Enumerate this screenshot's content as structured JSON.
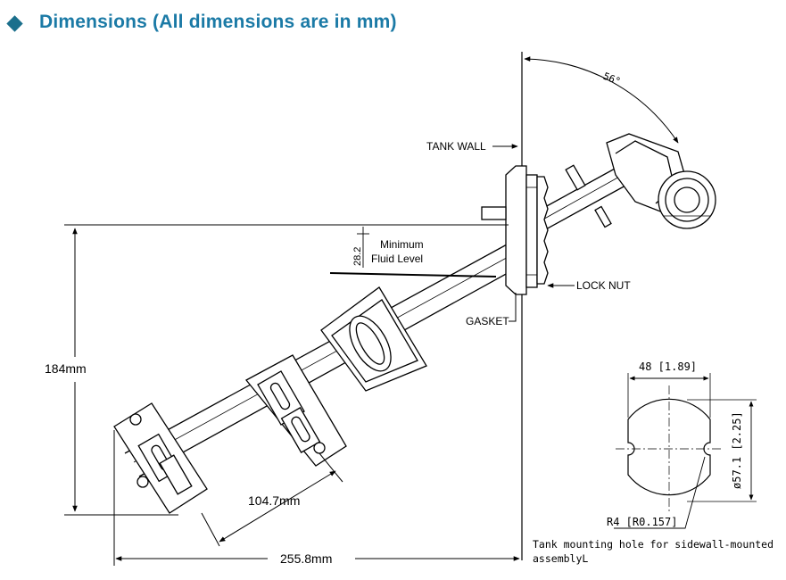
{
  "header": {
    "icon": "diamond-bullet-icon",
    "title": "Dimensions (All dimensions are in mm)",
    "title_color": "#1b7aa6"
  },
  "drawing": {
    "angle": "56°",
    "tank_wall": "TANK WALL",
    "lock_nut": "LOCK NUT",
    "gasket": "GASKET",
    "min_fluid_value": "28.2",
    "min_fluid_line1": "Minimum",
    "min_fluid_line2": "Fluid Level",
    "height_dim": "184mm",
    "length_dim": "104.7mm",
    "width_dim": "255.8mm"
  },
  "mounting_hole": {
    "width": "48 [1.89]",
    "diameter": "ø57.1 [2.25]",
    "radius": "R4 [R0.157]",
    "caption_line1": "Tank mounting hole for sidewall-mounted",
    "caption_line2": "assemblyL"
  }
}
